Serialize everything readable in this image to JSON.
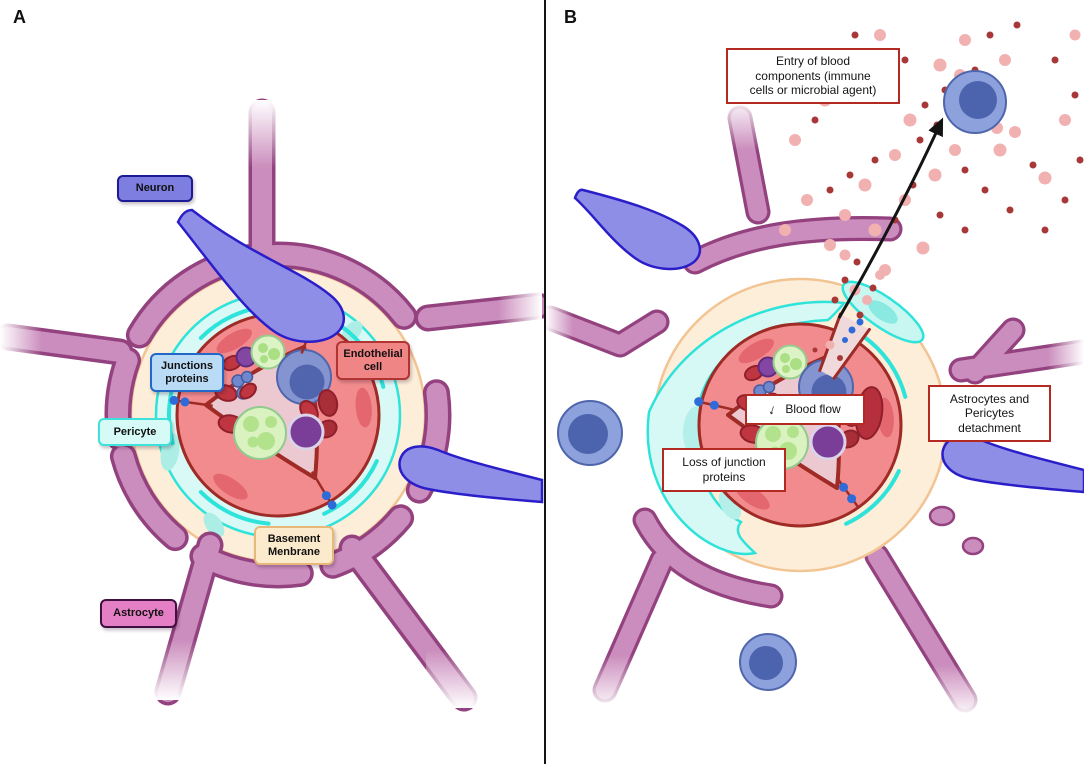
{
  "figure": {
    "panel_a_letter": "A",
    "panel_b_letter": "B"
  },
  "panel_a": {
    "labels": {
      "neuron": "Neuron",
      "junction_proteins": "Junctions\nproteins",
      "endothelial_cell": "Endothelial\ncell",
      "pericyte": "Pericyte",
      "basement_membrane": "Basement\nMenbrane",
      "astrocyte": "Astrocyte"
    }
  },
  "panel_b": {
    "labels": {
      "entry_of_blood": "Entry of blood\ncomponents  (immune\ncells or microbial agent)",
      "blood_flow": "Blood flow",
      "blood_flow_arrow_icon": "↓",
      "loss_of_junction": "Loss of junction\nproteins",
      "astrocytes_pericytes_detachment": "Astrocytes and\nPericytes\ndetachment"
    }
  },
  "colors": {
    "label_neuron_bg": "#7e7ee0",
    "label_neuron_border": "#1b1b94",
    "label_junctions_bg": "#badbf5",
    "label_junctions_border": "#2268c8",
    "label_endothelial_bg": "#ef8585",
    "label_endothelial_border": "#b03434",
    "label_pericyte_bg": "#d6fbf7",
    "label_pericyte_border": "#3fe2d8",
    "label_basement_bg": "#fbeacb",
    "label_basement_border": "#e8b87a",
    "label_astrocyte_bg": "#e57fc5",
    "label_astrocyte_border": "#401040",
    "callout_bg": "#ffffff",
    "callout_border": "#b42a22",
    "astrocyte_fill": "#cb8dbd",
    "astrocyte_stroke": "#93427f",
    "neuron_fill": "#8f8ee6",
    "neuron_stroke": "#2a1ec9",
    "pericyte_fill": "#d9f9f6",
    "pericyte_stroke": "#2ee3da",
    "endothelial_fill": "#f28b8e",
    "endothelial_stroke": "#9e2b25",
    "basement_fill": "#fceed8",
    "basement_stroke": "#f3c493",
    "lumen_fill": "#ecc9d1",
    "junction_dot": "#2e6bd8",
    "immune_cell_fill": "#8da1dc",
    "immune_cell_nucleus": "#4c64ae",
    "dot_pink": "#f2b1b1",
    "dot_red": "#a83838",
    "divider": "#141414"
  }
}
